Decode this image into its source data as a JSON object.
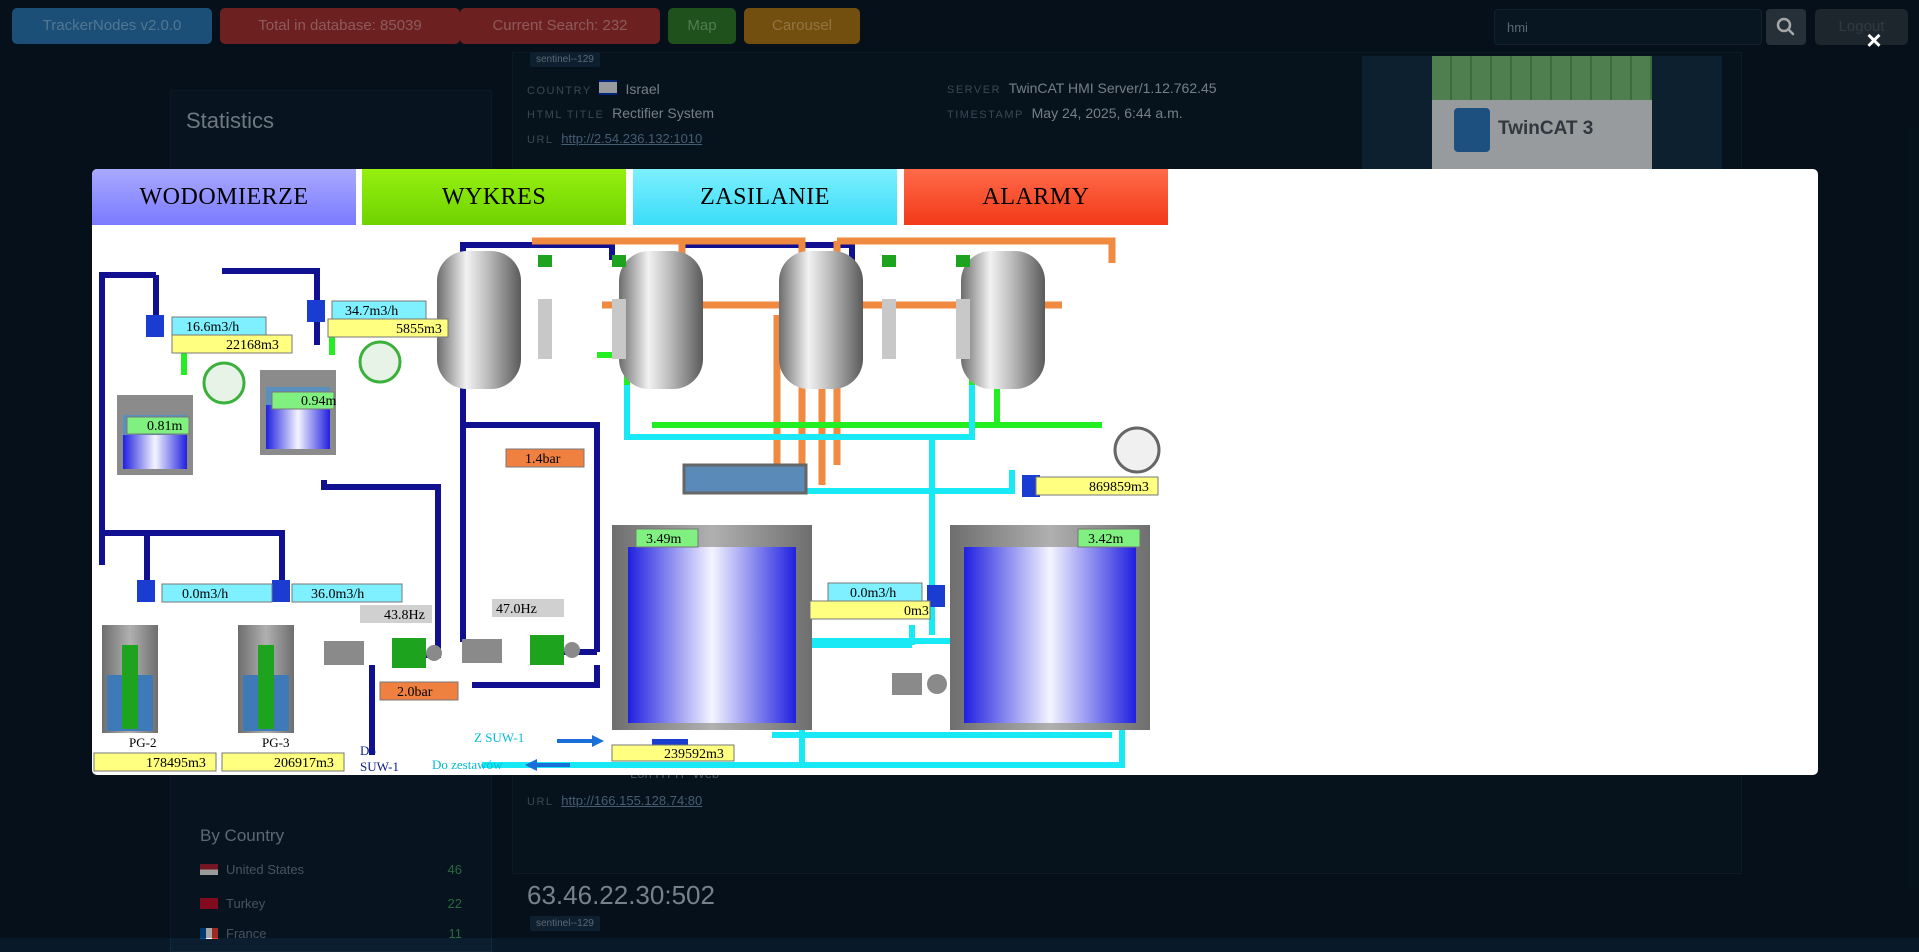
{
  "nav": {
    "brand": "TrackerNodes v2.0.0",
    "total": "Total in database: 85039",
    "current": "Current Search: 232",
    "map": "Map",
    "carousel": "Carousel",
    "search_value": "hmi",
    "logout": "Logout",
    "colors": {
      "brand": "#2a7ab8",
      "total": "#a83232",
      "current": "#a83232",
      "map": "#2f7d2a",
      "carousel": "#b07918"
    }
  },
  "sidebar": {
    "title": "Statistics",
    "by_country_title": "By Country",
    "countries": [
      {
        "name": "United States",
        "count": "46"
      },
      {
        "name": "Turkey",
        "count": "22"
      },
      {
        "name": "France",
        "count": "11"
      }
    ]
  },
  "result1": {
    "tag": "sentinel--129",
    "country_label": "Country",
    "country": "Israel",
    "server_label": "Server",
    "server": "TwinCAT HMI Server/1.12.762.45",
    "html_title_label": "HTML Title",
    "html_title": "Rectifier System",
    "timestamp_label": "Timestamp",
    "timestamp": "May 24, 2025, 6:44 a.m.",
    "url_label": "URL",
    "url": "http://2.54.236.132:1010",
    "thumb_brand": "TwinCAT 3"
  },
  "result2": {
    "server": "Lon HTTP Web",
    "url_label": "URL",
    "url": "http://166.155.128.74:80"
  },
  "result3": {
    "ip": "63.46.22.30:502",
    "tag": "sentinel--129"
  },
  "modal": {
    "close": "×",
    "tabs": [
      {
        "label": "WODOMIERZE",
        "color": "#8c8cff"
      },
      {
        "label": "WYKRES",
        "color": "#7ee000"
      },
      {
        "label": "ZASILANIE",
        "color": "#4fe6ff"
      },
      {
        "label": "ALARMY",
        "color": "#ff4a2a"
      }
    ],
    "hmi": {
      "flow_1": "16.6m3/h",
      "total_1": "22168m3",
      "flow_2": "34.7m3/h",
      "total_2": "5855m3",
      "level_1": "0.81m",
      "level_2": "0.94m",
      "pressure_1": "1.4bar",
      "flow_pg2": "0.0m3/h",
      "flow_pg3": "36.0m3/h",
      "freq_1": "43.8Hz",
      "freq_2": "47.0Hz",
      "pressure_2": "2.0bar",
      "pg2_label": "PG-2",
      "pg3_label": "PG-3",
      "total_pg2": "178495m3",
      "total_pg3": "206917m3",
      "do_suw_line1": "Do",
      "do_suw_line2": "SUW-1",
      "z_suw": "Z SUW-1",
      "do_zestawow": "Do zestawów",
      "tank_left_level": "3.49m",
      "tank_right_level": "3.42m",
      "total_out": "239592m3",
      "flow_mid": "0.0m3/h",
      "total_mid": "0m3",
      "total_right": "869859m3"
    }
  }
}
